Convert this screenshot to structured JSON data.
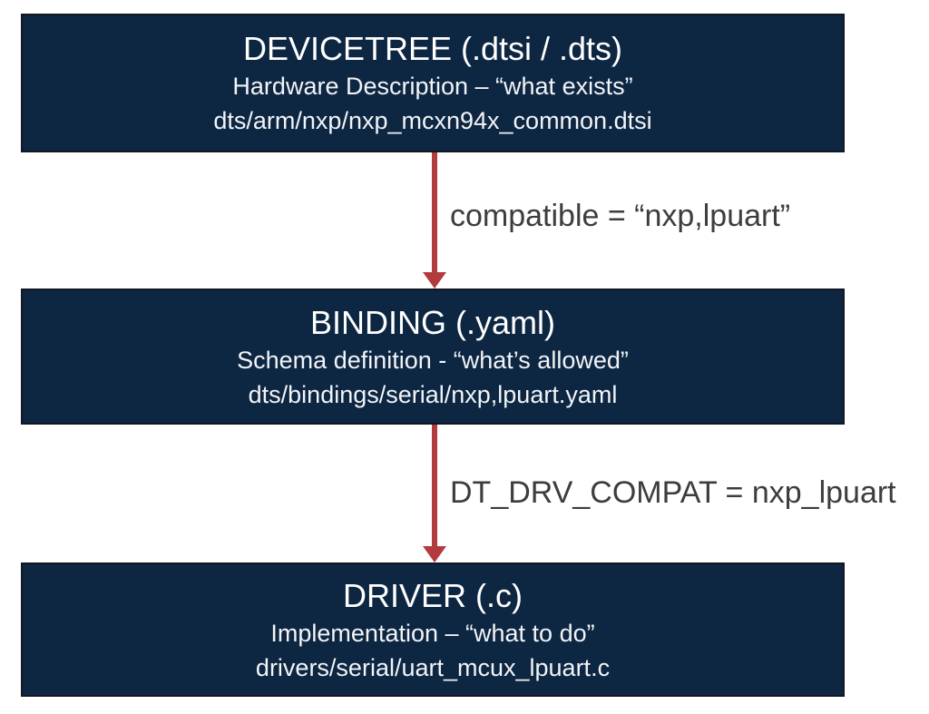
{
  "diagram": {
    "colors": {
      "box_bg": "#0d2642",
      "box_border": "#131722",
      "arrow": "#b23b3d",
      "label_text": "#3d3d3d",
      "box_title": "#ffffff",
      "box_body": "#f2f4f7"
    },
    "boxes": [
      {
        "title": "DEVICETREE (.dtsi / .dts)",
        "subtitle": "Hardware Description – “what exists”",
        "path": "dts/arm/nxp/nxp_mcxn94x_common.dtsi"
      },
      {
        "title": "BINDING (.yaml)",
        "subtitle": "Schema definition - “what’s allowed”",
        "path": "dts/bindings/serial/nxp,lpuart.yaml"
      },
      {
        "title": "DRIVER (.c)",
        "subtitle": "Implementation – “what to do”",
        "path": "drivers/serial/uart_mcux_lpuart.c"
      }
    ],
    "arrows": [
      {
        "label": "compatible = “nxp,lpuart”"
      },
      {
        "label": "DT_DRV_COMPAT = nxp_lpuart"
      }
    ]
  }
}
